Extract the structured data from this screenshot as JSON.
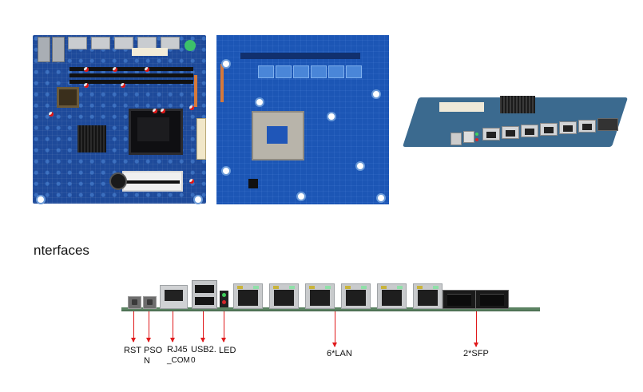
{
  "section_title": "nterfaces",
  "photos": {
    "top_view": "motherboard-top-view",
    "bottom_view": "motherboard-bottom-view",
    "angled_view": "motherboard-angled-view"
  },
  "io_labels": {
    "rst": "RST",
    "pson_line1": "PSO",
    "pson_line2": "N",
    "rj45_line1": "RJ45",
    "rj45_line2": "_COM",
    "usb_line1": "USB2.",
    "usb_line2": "0",
    "led": "LED",
    "lan": "6*LAN",
    "sfp": "2*SFP"
  },
  "counts": {
    "lan_ports": 6,
    "sfp_ports": 2
  },
  "colors": {
    "arrow": "#e0191b",
    "pcb_blue": "#1e4a9a",
    "pcb_green": "#5b8262"
  }
}
